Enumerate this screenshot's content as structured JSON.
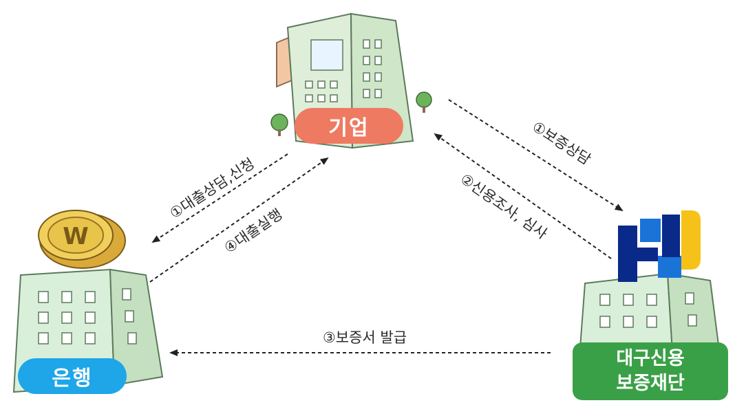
{
  "nodes": {
    "company": {
      "label": "기업",
      "color": "#ef7a62"
    },
    "bank": {
      "label": "은행",
      "color": "#1ea6e8"
    },
    "foundation": {
      "label_line1": "대구신용",
      "label_line2": "보증재단",
      "color": "#3aa047"
    }
  },
  "edges": {
    "loan_consult": "①대출상담,신청",
    "loan_exec": "④대출실행",
    "guarantee_consult": "①보증상담",
    "credit_review": "②신용조사, 심사",
    "guarantee_issue": "③보증서 발급"
  },
  "bank_logo": "W",
  "colors": {
    "building_fill": "#d9efd9",
    "building_stroke": "#5b7a5b",
    "coin_fill": "#e8c44a",
    "logo_navy": "#0a2a8a",
    "logo_blue": "#1a74d8",
    "logo_yellow": "#f6c21a"
  }
}
